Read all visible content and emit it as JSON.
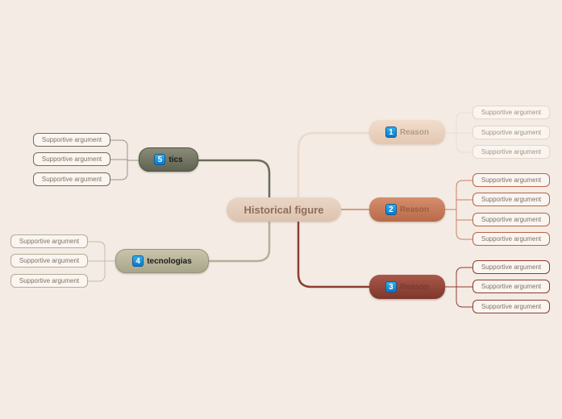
{
  "central": {
    "label": "Historical figure"
  },
  "colors": {
    "background": "#f3ebe4",
    "branch_reason_1": "#e8cfbd",
    "branch_reason_2": "#c47a58",
    "branch_reason_3": "#8e3c30",
    "branch_tics": "#6b6c5a",
    "branch_tecnologias": "#b5b098",
    "badge": "#1a8ad8"
  },
  "branches": [
    {
      "badge": "1",
      "label": "Reason",
      "subtopics": [
        "Supportive argument",
        "Supportive argument",
        "Supportive argument"
      ]
    },
    {
      "badge": "2",
      "label": "Reason",
      "subtopics": [
        "Supportive argument",
        "Supportive argument",
        "Supportive argument",
        "Supportive argument"
      ]
    },
    {
      "badge": "3",
      "label": "Reason",
      "subtopics": [
        "Supportive argument",
        "Supportive argument",
        "Supportive argument"
      ]
    },
    {
      "badge": "5",
      "label": "tics",
      "subtopics": [
        "Supportive argument",
        "Supportive argument",
        "Supportive argument"
      ]
    },
    {
      "badge": "4",
      "label": "tecnologias",
      "subtopics": [
        "Supportive argument",
        "Supportive argument",
        "Supportive argument"
      ]
    }
  ]
}
